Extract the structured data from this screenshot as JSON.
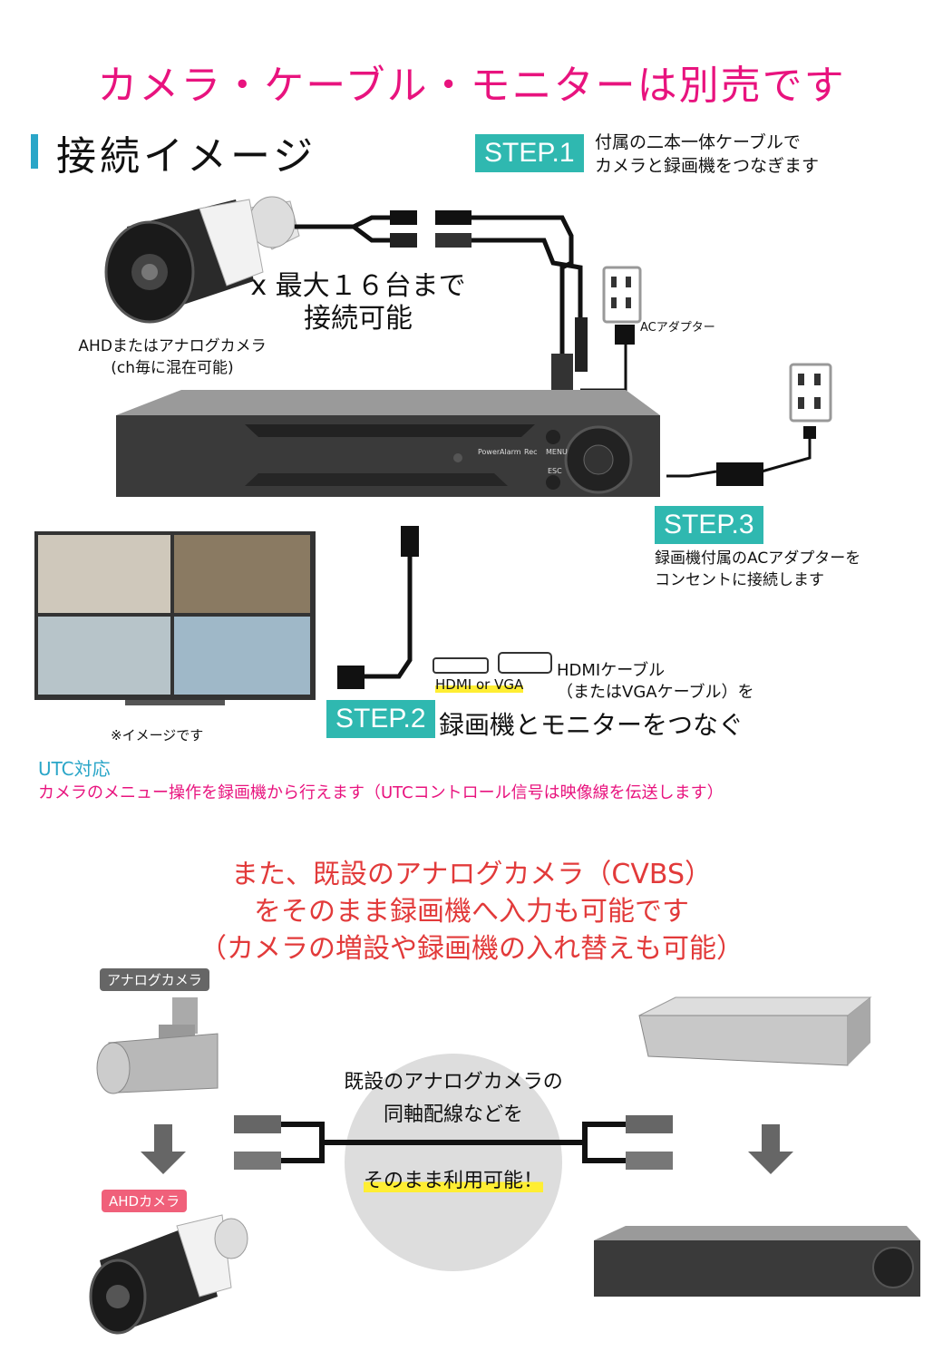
{
  "headline": "カメラ・ケーブル・モニターは別売です",
  "section_title": "接続イメージ",
  "step1": {
    "label": "STEP.1",
    "line1": "付属の二本一体ケーブルで",
    "line2": "カメラと録画機をつなぎます"
  },
  "camera_count": {
    "line1": "x 最大１６台まで",
    "line2": "接続可能"
  },
  "camera_caption": {
    "line1": "AHDまたはアナログカメラ",
    "line2": "(ch毎に混在可能)"
  },
  "adapter_label": "ACアダプター",
  "dvr_labels": {
    "power": "Power",
    "alarm": "Alarm",
    "rec": "Rec",
    "menu": "MENU",
    "esc": "ESC"
  },
  "step3": {
    "label": "STEP.3",
    "line1": "録画機付属のACアダプターを",
    "line2": "コンセントに接続します"
  },
  "monitor_caption": "※イメージです",
  "hdmi_label": "HDMI or VGA",
  "hdmi_text": {
    "line1": "HDMIケーブル",
    "line2": "（またはVGAケーブル）を"
  },
  "step2": {
    "label": "STEP.2",
    "text": "録画機とモニターをつなぐ"
  },
  "utc": {
    "title": "UTC対応",
    "text": "カメラのメニュー操作を録画機から行えます（UTCコントロール信号は映像線を伝送します）"
  },
  "lower_headline": {
    "line1": "また、既設のアナログカメラ（CVBS）",
    "line2": "をそのまま録画機へ入力も可能です",
    "line3": "（カメラの増設や録画機の入れ替えも可能）"
  },
  "tags": {
    "analog": "アナログカメラ",
    "ahd": "AHDカメラ"
  },
  "bottom_text": {
    "line1": "既設のアナログカメラの",
    "line2": "同軸配線などを",
    "line3": "そのまま利用可能！"
  },
  "colors": {
    "pink": "#e8137e",
    "teal": "#2fb8b0",
    "red": "#e23a3a",
    "highlight": "#ffee33"
  }
}
